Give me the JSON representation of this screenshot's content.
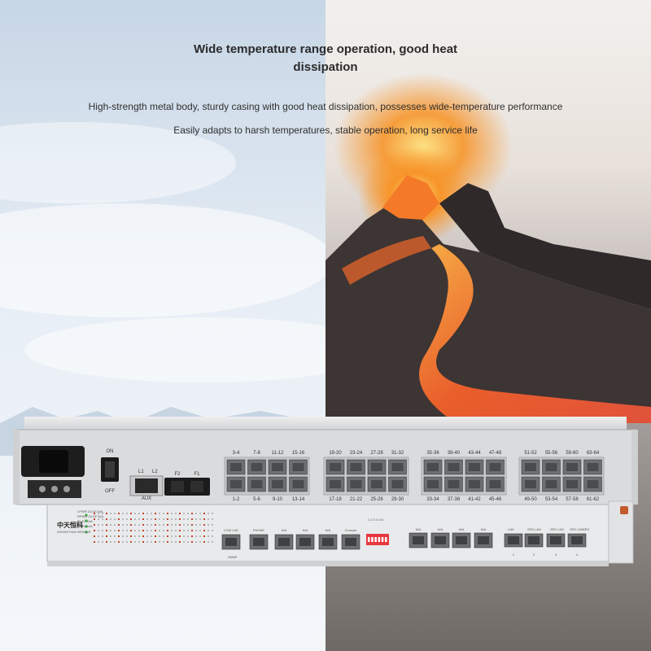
{
  "headline": {
    "line1": "Wide temperature range operation, good heat",
    "line2": "dissipation"
  },
  "subtext": {
    "line1": "High-strength metal body, sturdy casing with good heat dissipation, possesses wide-temperature performance",
    "line2": "Easily adapts to harsh temperatures, stable operation, long service life"
  },
  "colors": {
    "snow_sky": "#dfe8f1",
    "lava": "#f36a22",
    "rock": "#3a3232",
    "chassis": "#d9dadc"
  },
  "upper_unit": {
    "power_switch_on": "ON",
    "power_switch_off": "OFF",
    "aux_port_l1": "L1",
    "aux_port_l2": "L2",
    "aux_label": "AUX",
    "fiber_f2": "F2",
    "fiber_f1": "F1",
    "port_groups": [
      {
        "top": [
          "3-4",
          "7-8",
          "11-12",
          "15-16"
        ],
        "bottom": [
          "1-2",
          "5-6",
          "9-10",
          "13-14"
        ]
      },
      {
        "top": [
          "19-20",
          "23-24",
          "27-28",
          "31-32"
        ],
        "bottom": [
          "17-18",
          "21-22",
          "25-26",
          "29-30"
        ]
      },
      {
        "top": [
          "35-36",
          "39-40",
          "43-44",
          "47-48"
        ],
        "bottom": [
          "33-34",
          "37-38",
          "41-42",
          "45-46"
        ]
      },
      {
        "top": [
          "51-52",
          "55-56",
          "59-60",
          "63-64"
        ],
        "bottom": [
          "49-50",
          "53-54",
          "57-58",
          "61-62"
        ]
      }
    ]
  },
  "lower_unit": {
    "brand_cn": "中天恒科",
    "brand_en": "ZHONGTIAN HENGKE",
    "led_labels": [
      "LPWR OLOS N/A",
      "RPWR OLOF N/A",
      "P1 E1 N/A",
      "P2 E2 N/A"
    ],
    "ports": [
      {
        "label": "COM",
        "sub": "LNK"
      },
      {
        "label": "PHONE"
      },
      {
        "label": "N/A"
      },
      {
        "label": "N/A"
      },
      {
        "label": "N/A"
      },
      {
        "label": "Console"
      }
    ],
    "snmp_label": "SNMP",
    "dip_label": "1 2 3 4 5 6",
    "mid_ports": [
      "N/A",
      "N/A",
      "N/A",
      "N/A"
    ],
    "right_ports": [
      "LNK",
      "SPD LNK",
      "SPD LNK",
      "SPD LNK",
      "SPD"
    ],
    "right_numbers": [
      "1",
      "2",
      "3",
      "4"
    ]
  }
}
